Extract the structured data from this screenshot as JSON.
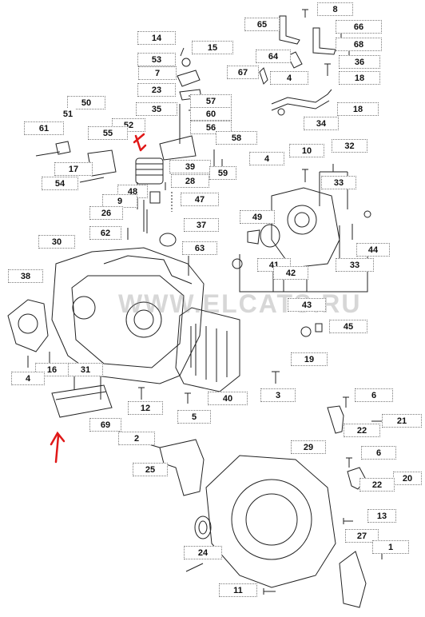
{
  "diagram": {
    "watermark": "WWW.ELCATS.RU",
    "colors": {
      "line": "#222222",
      "annotation": "#e01818",
      "callout_border": "#7a7a7a"
    },
    "callouts": {
      "c1": "1",
      "c2": "2",
      "c3": "3",
      "c4a": "4",
      "c4b": "4",
      "c4c": "4",
      "c5": "5",
      "c6a": "6",
      "c6b": "6",
      "c7": "7",
      "c8": "8",
      "c9": "9",
      "c10": "10",
      "c11": "11",
      "c12": "12",
      "c13": "13",
      "c14": "14",
      "c15": "15",
      "c16": "16",
      "c17": "17",
      "c18a": "18",
      "c18b": "18",
      "c19": "19",
      "c20": "20",
      "c21": "21",
      "c22a": "22",
      "c22b": "22",
      "c23": "23",
      "c24": "24",
      "c25": "25",
      "c26": "26",
      "c27": "27",
      "c28": "28",
      "c29": "29",
      "c30": "30",
      "c31": "31",
      "c32": "32",
      "c33a": "33",
      "c33b": "33",
      "c34": "34",
      "c35": "35",
      "c36": "36",
      "c37": "37",
      "c38": "38",
      "c39": "39",
      "c40": "40",
      "c41": "41",
      "c42": "42",
      "c43": "43",
      "c44": "44",
      "c45": "45",
      "c47": "47",
      "c48": "48",
      "c49": "49",
      "c50": "50",
      "c51": "51",
      "c52": "52",
      "c53": "53",
      "c54": "54",
      "c55": "55",
      "c56": "56",
      "c57": "57",
      "c58": "58",
      "c59": "59",
      "c60": "60",
      "c61": "61",
      "c62": "62",
      "c63": "63",
      "c64": "64",
      "c65": "65",
      "c66": "66",
      "c67": "67",
      "c68": "68",
      "c69": "69"
    }
  }
}
